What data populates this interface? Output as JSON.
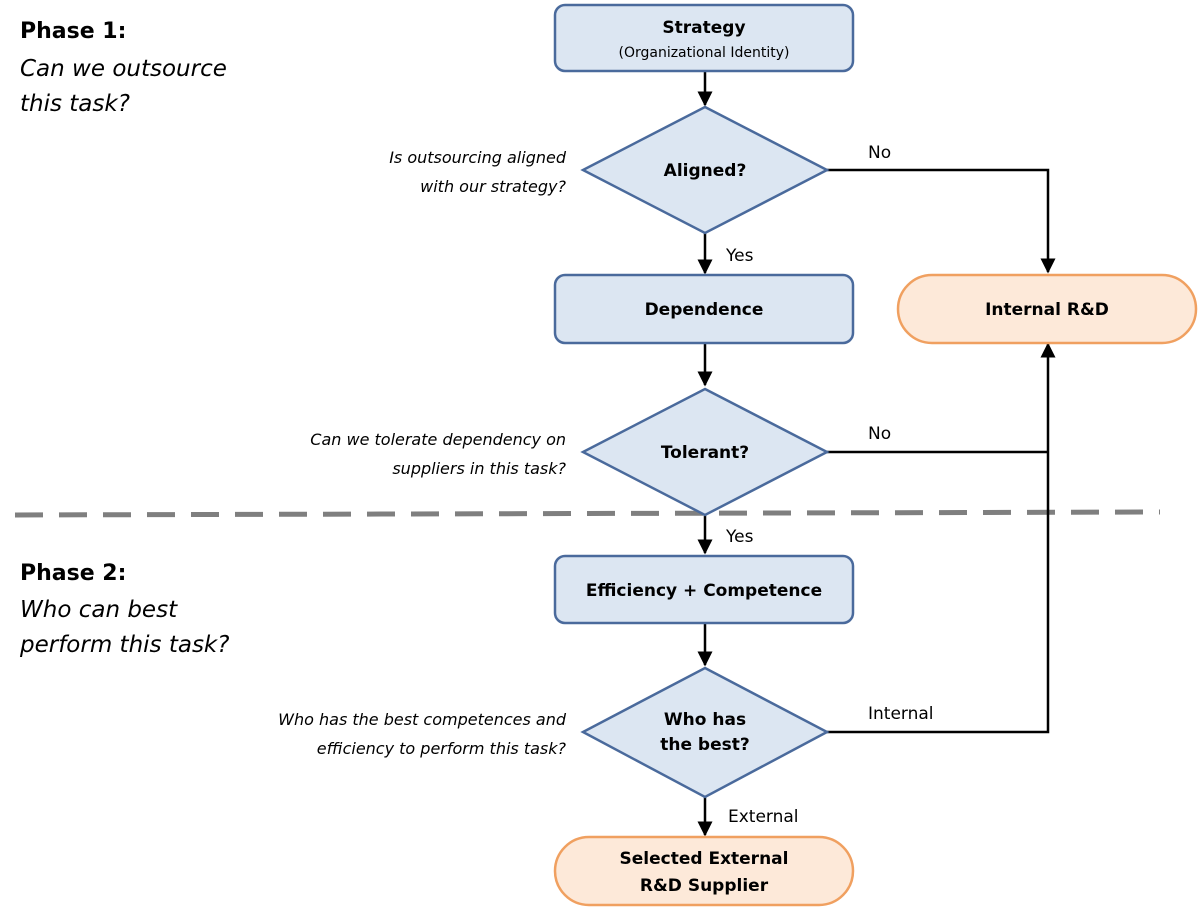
{
  "phase1": {
    "title": "Phase 1:",
    "subtitle_lines": [
      "Can we outsource",
      "this task?"
    ]
  },
  "phase2": {
    "title": "Phase 2:",
    "subtitle_lines": [
      "Who can best",
      "perform this task?"
    ]
  },
  "nodes": {
    "strategy": {
      "label": "Strategy",
      "sublabel": "(Organizational Identity)"
    },
    "aligned": {
      "label": "Aligned?"
    },
    "dependence": {
      "label": "Dependence"
    },
    "tolerant": {
      "label": "Tolerant?"
    },
    "efficiency": {
      "label": "Efficiency + Competence"
    },
    "who_best": {
      "label_lines": [
        "Who has",
        "the best?"
      ]
    },
    "internal_rd": {
      "label": "Internal R&D"
    },
    "external_supplier": {
      "label_lines": [
        "Selected External",
        "R&D Supplier"
      ]
    }
  },
  "questions": {
    "aligned": [
      "Is outsourcing aligned",
      "with our strategy?"
    ],
    "tolerant": [
      "Can we tolerate dependency on",
      "suppliers in this task?"
    ],
    "who_best": [
      "Who has the best competences and",
      "efficiency to perform this task?"
    ]
  },
  "edge_labels": {
    "aligned_no": "No",
    "aligned_yes": "Yes",
    "tolerant_no": "No",
    "tolerant_yes": "Yes",
    "who_internal": "Internal",
    "who_external": "External"
  },
  "colors": {
    "process_fill": "#dce6f2",
    "process_stroke": "#4a6a9c",
    "terminal_fill": "#fde9d9",
    "terminal_stroke": "#f0a060",
    "divider": "#7f7f7f"
  }
}
